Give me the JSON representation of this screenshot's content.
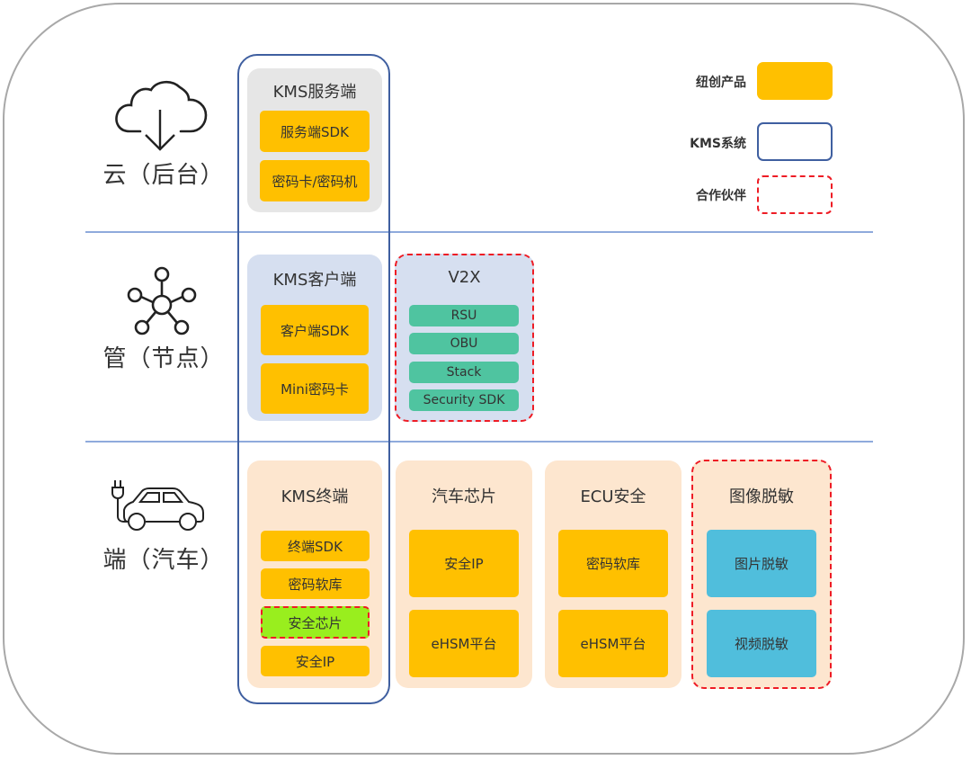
{
  "rows": [
    {
      "label": "云（后台）",
      "icon": "cloud-download-icon"
    },
    {
      "label": "管（节点）",
      "icon": "network-node-icon"
    },
    {
      "label": "端（汽车）",
      "icon": "electric-car-icon"
    }
  ],
  "groups": {
    "kms_server": {
      "title": "KMS服务端",
      "items": [
        "服务端SDK",
        "密码卡/密码机"
      ]
    },
    "kms_client": {
      "title": "KMS客户端",
      "items": [
        "客户端SDK",
        "Mini密码卡"
      ]
    },
    "v2x": {
      "title": "V2X",
      "items": [
        "RSU",
        "OBU",
        "Stack",
        "Security SDK"
      ]
    },
    "kms_terminal": {
      "title": "KMS终端",
      "items": [
        "终端SDK",
        "密码软库",
        "安全芯片",
        "安全IP"
      ]
    },
    "auto_chip": {
      "title": "汽车芯片",
      "items": [
        "安全IP",
        "eHSM平台"
      ]
    },
    "ecu_security": {
      "title": "ECU安全",
      "items": [
        "密码软库",
        "eHSM平台"
      ]
    },
    "image_desensitize": {
      "title": "图像脱敏",
      "items": [
        "图片脱敏",
        "视频脱敏"
      ]
    }
  },
  "legend": [
    {
      "label": "纽创产品",
      "type": "filled",
      "color": "#ffc000"
    },
    {
      "label": "KMS系统",
      "type": "outline",
      "color": "#3f5fa0"
    },
    {
      "label": "合作伙伴",
      "type": "dashed",
      "color": "#ee1c25"
    }
  ],
  "colors": {
    "product": "#ffc000",
    "kms_outline": "#3f5fa0",
    "partner_dashed": "#ee1c25",
    "v2x_item": "#4fc4a0",
    "image_item": "#50bedc",
    "secure_chip": "#99ee1e"
  }
}
